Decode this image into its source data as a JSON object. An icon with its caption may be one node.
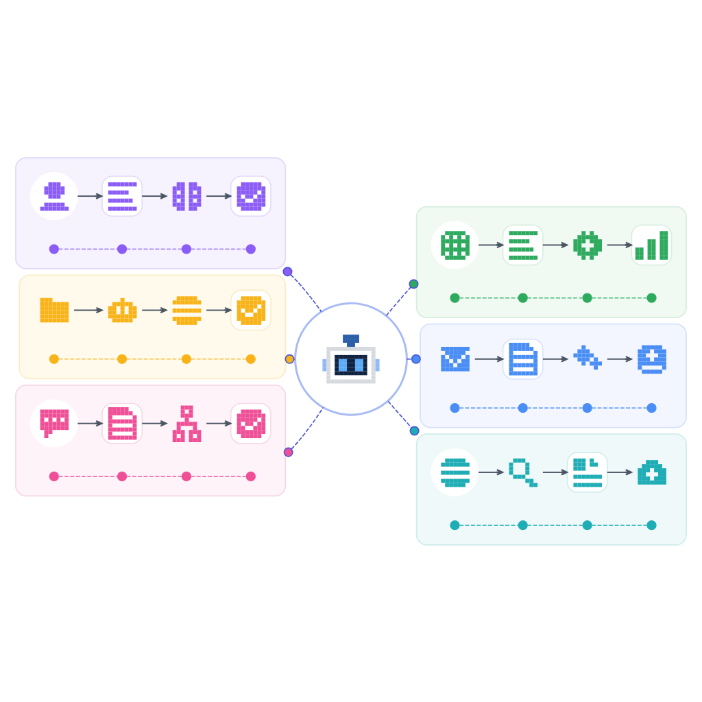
{
  "diagram": {
    "nodes": [
      {
        "text": [],
        "shape": "box"
      },
      {
        "text": [],
        "shape": "picture",
        "in": 0
      },
      {
        "text": [],
        "shape": "picture",
        "in": 0
      },
      {
        "text": [],
        "shape": "picture",
        "in": 0
      },
      {
        "text": [],
        "shape": "picture",
        "in": 0
      },
      {
        "text": [],
        "shape": "circle",
        "in": 0
      },
      {
        "text": [],
        "shape": "circle",
        "in": 0
      },
      {
        "text": [],
        "shape": "circle",
        "in": 0
      },
      {
        "text": [],
        "shape": "circle",
        "in": 0
      },
      {
        "text": [],
        "shape": "box"
      },
      {
        "text": [],
        "shape": "picture",
        "in": 9
      },
      {
        "text": [],
        "shape": "picture",
        "in": 9
      },
      {
        "text": [],
        "shape": "picture",
        "in": 9
      },
      {
        "text": [],
        "shape": "picture",
        "in": 9
      },
      {
        "text": [],
        "shape": "circle",
        "in": 9
      },
      {
        "text": [],
        "shape": "circle",
        "in": 9
      },
      {
        "text": [],
        "shape": "circle",
        "in": 9
      },
      {
        "text": [],
        "shape": "circle",
        "in": 9
      },
      {
        "text": [],
        "shape": "box"
      },
      {
        "text": [],
        "shape": "picture",
        "in": 18
      },
      {
        "text": [],
        "shape": "picture",
        "in": 18
      },
      {
        "text": [],
        "shape": "picture",
        "in": 18
      },
      {
        "text": [],
        "shape": "picture",
        "in": 18
      },
      {
        "text": [],
        "shape": "circle",
        "in": 18
      },
      {
        "text": [],
        "shape": "circle",
        "in": 18
      },
      {
        "text": [],
        "shape": "circle",
        "in": 18
      },
      {
        "text": [],
        "shape": "circle",
        "in": 18
      },
      {
        "text": [],
        "shape": "circle"
      },
      {
        "text": [],
        "shape": "box"
      },
      {
        "text": [],
        "shape": "picture",
        "in": 28
      },
      {
        "text": [],
        "shape": "picture",
        "in": 28
      },
      {
        "text": [],
        "shape": "picture",
        "in": 28
      },
      {
        "text": [],
        "shape": "picture",
        "in": 28
      },
      {
        "text": [],
        "shape": "circle",
        "in": 28
      },
      {
        "text": [],
        "shape": "circle",
        "in": 28
      },
      {
        "text": [],
        "shape": "circle",
        "in": 28
      },
      {
        "text": [],
        "shape": "circle",
        "in": 28
      },
      {
        "text": [],
        "shape": "box"
      },
      {
        "text": [],
        "shape": "picture",
        "in": 37
      },
      {
        "text": [],
        "shape": "picture",
        "in": 37
      },
      {
        "text": [],
        "shape": "picture",
        "in": 37
      },
      {
        "text": [],
        "shape": "picture",
        "in": 37
      },
      {
        "text": [],
        "shape": "circle",
        "in": 37
      },
      {
        "text": [],
        "shape": "circle",
        "in": 37
      },
      {
        "text": [],
        "shape": "circle",
        "in": 37
      },
      {
        "text": [],
        "shape": "circle",
        "in": 37
      },
      {
        "text": [],
        "shape": "box"
      },
      {
        "text": [],
        "shape": "picture",
        "in": 46
      },
      {
        "text": [],
        "shape": "picture",
        "in": 46
      },
      {
        "text": [],
        "shape": "picture",
        "in": 46
      },
      {
        "text": [],
        "shape": "picture",
        "in": 46
      },
      {
        "text": [],
        "shape": "circle",
        "in": 46
      },
      {
        "text": [],
        "shape": "circle",
        "in": 46
      },
      {
        "text": [],
        "shape": "circle",
        "in": 46
      },
      {
        "text": [],
        "shape": "circle",
        "in": 46
      }
    ],
    "edges": [
      {
        "from": 1,
        "to": 2,
        "arrow": "to"
      },
      {
        "from": 2,
        "to": 3,
        "arrow": "to"
      },
      {
        "from": 3,
        "to": 4,
        "arrow": "to"
      },
      {
        "from": 5,
        "to": 6,
        "arrow": "none",
        "style": "dashed",
        "color": "#a78bfa"
      },
      {
        "from": 6,
        "to": 7,
        "arrow": "none",
        "style": "dashed",
        "color": "#a78bfa"
      },
      {
        "from": 7,
        "to": 8,
        "arrow": "none",
        "style": "dashed",
        "color": "#a78bfa"
      },
      {
        "from": 10,
        "to": 11,
        "arrow": "to"
      },
      {
        "from": 11,
        "to": 12,
        "arrow": "to"
      },
      {
        "from": 12,
        "to": 13,
        "arrow": "to"
      },
      {
        "from": 14,
        "to": 15,
        "arrow": "none",
        "style": "dashed",
        "color": "#4fbf7d"
      },
      {
        "from": 15,
        "to": 16,
        "arrow": "none",
        "style": "dashed",
        "color": "#4fbf7d"
      },
      {
        "from": 16,
        "to": 17,
        "arrow": "none",
        "style": "dashed",
        "color": "#4fbf7d"
      },
      {
        "from": 19,
        "to": 20,
        "arrow": "to"
      },
      {
        "from": 20,
        "to": 21,
        "arrow": "to"
      },
      {
        "from": 21,
        "to": 22,
        "arrow": "to"
      },
      {
        "from": 23,
        "to": 24,
        "arrow": "none",
        "style": "dashed",
        "color": "#f7c040"
      },
      {
        "from": 24,
        "to": 25,
        "arrow": "none",
        "style": "dashed",
        "color": "#f7c040"
      },
      {
        "from": 25,
        "to": 26,
        "arrow": "none",
        "style": "dashed",
        "color": "#f7c040"
      },
      {
        "from": 29,
        "to": 30,
        "arrow": "to"
      },
      {
        "from": 30,
        "to": 31,
        "arrow": "to"
      },
      {
        "from": 31,
        "to": 32,
        "arrow": "to"
      },
      {
        "from": 33,
        "to": 34,
        "arrow": "none",
        "style": "dashed",
        "color": "#6fa3f7"
      },
      {
        "from": 34,
        "to": 35,
        "arrow": "none",
        "style": "dashed",
        "color": "#6fa3f7"
      },
      {
        "from": 35,
        "to": 36,
        "arrow": "none",
        "style": "dashed",
        "color": "#6fa3f7"
      },
      {
        "from": 38,
        "to": 39,
        "arrow": "to"
      },
      {
        "from": 39,
        "to": 40,
        "arrow": "to"
      },
      {
        "from": 40,
        "to": 41,
        "arrow": "to"
      },
      {
        "from": 42,
        "to": 43,
        "arrow": "none",
        "style": "dashed",
        "color": "#f06aa6"
      },
      {
        "from": 43,
        "to": 44,
        "arrow": "none",
        "style": "dashed",
        "color": "#f06aa6"
      },
      {
        "from": 44,
        "to": 45,
        "arrow": "none",
        "style": "dashed",
        "color": "#f06aa6"
      },
      {
        "from": 47,
        "to": 48,
        "arrow": "to"
      },
      {
        "from": 48,
        "to": 49,
        "arrow": "to"
      },
      {
        "from": 49,
        "to": 50,
        "arrow": "to"
      },
      {
        "from": 51,
        "to": 52,
        "arrow": "none",
        "style": "dashed",
        "color": "#40bcc2"
      },
      {
        "from": 52,
        "to": 53,
        "arrow": "none",
        "style": "dashed",
        "color": "#40bcc2"
      },
      {
        "from": 53,
        "to": 54,
        "arrow": "none",
        "style": "dashed",
        "color": "#40bcc2"
      },
      {
        "from": 0,
        "to": 27,
        "arrow": "other",
        "style": "dashed",
        "color": "#4b55d9"
      },
      {
        "from": 27,
        "to": 9,
        "arrow": "other",
        "style": "dashed",
        "color": "#4b55d9"
      },
      {
        "from": 18,
        "to": 27,
        "arrow": "other",
        "style": "dashed",
        "color": "#4b55d9"
      },
      {
        "from": 27,
        "to": 28,
        "arrow": "other",
        "style": "dashed",
        "color": "#4b55d9"
      },
      {
        "from": 37,
        "to": 27,
        "arrow": "other",
        "style": "dashed",
        "color": "#4b55d9"
      },
      {
        "from": 27,
        "to": 46,
        "arrow": "other",
        "style": "dashed",
        "color": "#4b55d9"
      }
    ]
  }
}
